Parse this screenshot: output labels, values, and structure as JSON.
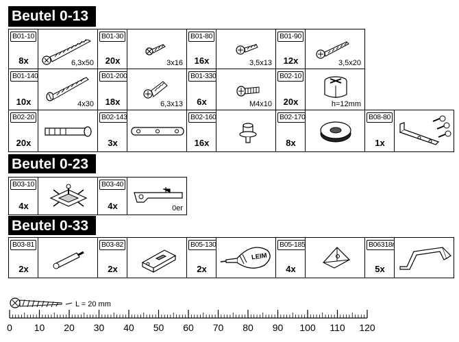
{
  "sections": [
    {
      "title": "Beutel 0-13"
    },
    {
      "title": "Beutel 0-23"
    },
    {
      "title": "Beutel 0-33"
    }
  ],
  "items": {
    "b01_10": {
      "code": "B01-10",
      "qty": "8x",
      "dim": "6,3x50"
    },
    "b01_30": {
      "code": "B01-30",
      "qty": "20x",
      "dim": "3x16"
    },
    "b01_80": {
      "code": "B01-80",
      "qty": "16x",
      "dim": "3,5x13"
    },
    "b01_90": {
      "code": "B01-90",
      "qty": "12x",
      "dim": "3,5x20"
    },
    "b01_140": {
      "code": "B01-140",
      "qty": "10x",
      "dim": "4x30"
    },
    "b01_200": {
      "code": "B01-200",
      "qty": "18x",
      "dim": "6,3x13"
    },
    "b01_330": {
      "code": "B01-330",
      "qty": "6x",
      "dim": "M4x10"
    },
    "b02_10": {
      "code": "B02-10",
      "qty": "20x",
      "dim": "h=12mm"
    },
    "b02_20": {
      "code": "B02-20",
      "qty": "20x"
    },
    "b02_143": {
      "code": "B02-143",
      "qty": "3x"
    },
    "b02_160": {
      "code": "B02-160",
      "qty": "16x"
    },
    "b02_170": {
      "code": "B02-170",
      "qty": "8x"
    },
    "b08_80": {
      "code": "B08-80",
      "qty": "1x"
    },
    "b03_10": {
      "code": "B03-10",
      "qty": "4x"
    },
    "b03_40": {
      "code": "B03-40",
      "qty": "4x",
      "dim": "0er"
    },
    "b03_81": {
      "code": "B03-81",
      "qty": "2x"
    },
    "b03_82": {
      "code": "B03-82",
      "qty": "2x"
    },
    "b05_130": {
      "code": "B05-130",
      "qty": "2x",
      "stamp": "LEIM"
    },
    "b05_185": {
      "code": "B05-185",
      "qty": "4x"
    },
    "b06318": {
      "code": "B06318r",
      "qty": "5x"
    }
  },
  "ruler": {
    "note": "L = 20 mm",
    "labels": [
      "0",
      "10",
      "20",
      "30",
      "40",
      "50",
      "60",
      "70",
      "80",
      "90",
      "100",
      "110",
      "120"
    ]
  }
}
